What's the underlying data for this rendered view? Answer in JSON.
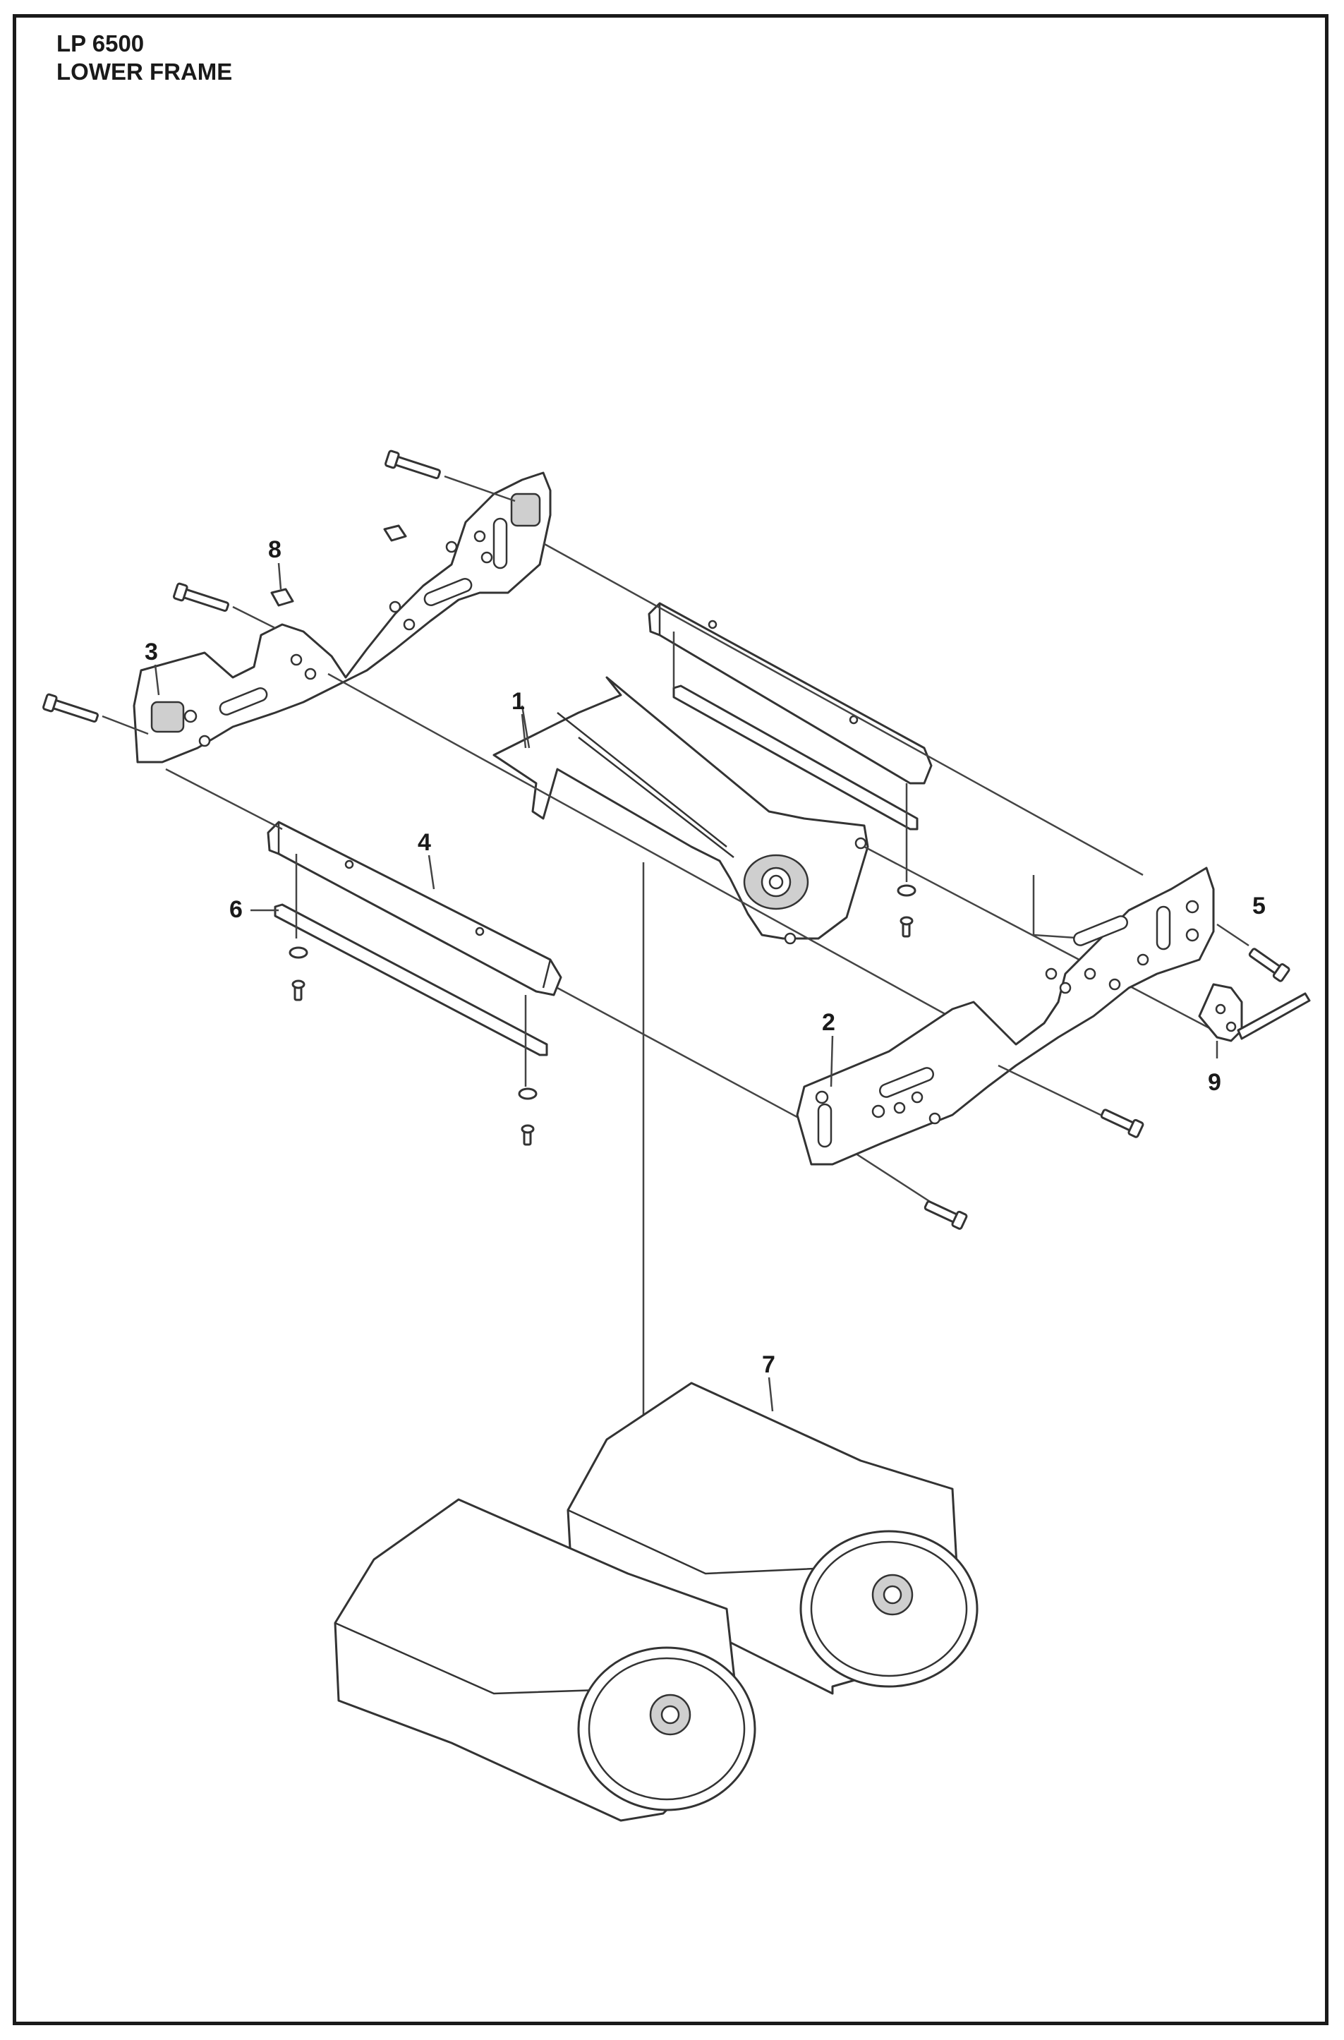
{
  "header": {
    "model": "LP 6500",
    "section": "LOWER FRAME"
  },
  "callouts": [
    "1",
    "2",
    "3",
    "4",
    "5",
    "6",
    "7",
    "8",
    "9"
  ]
}
